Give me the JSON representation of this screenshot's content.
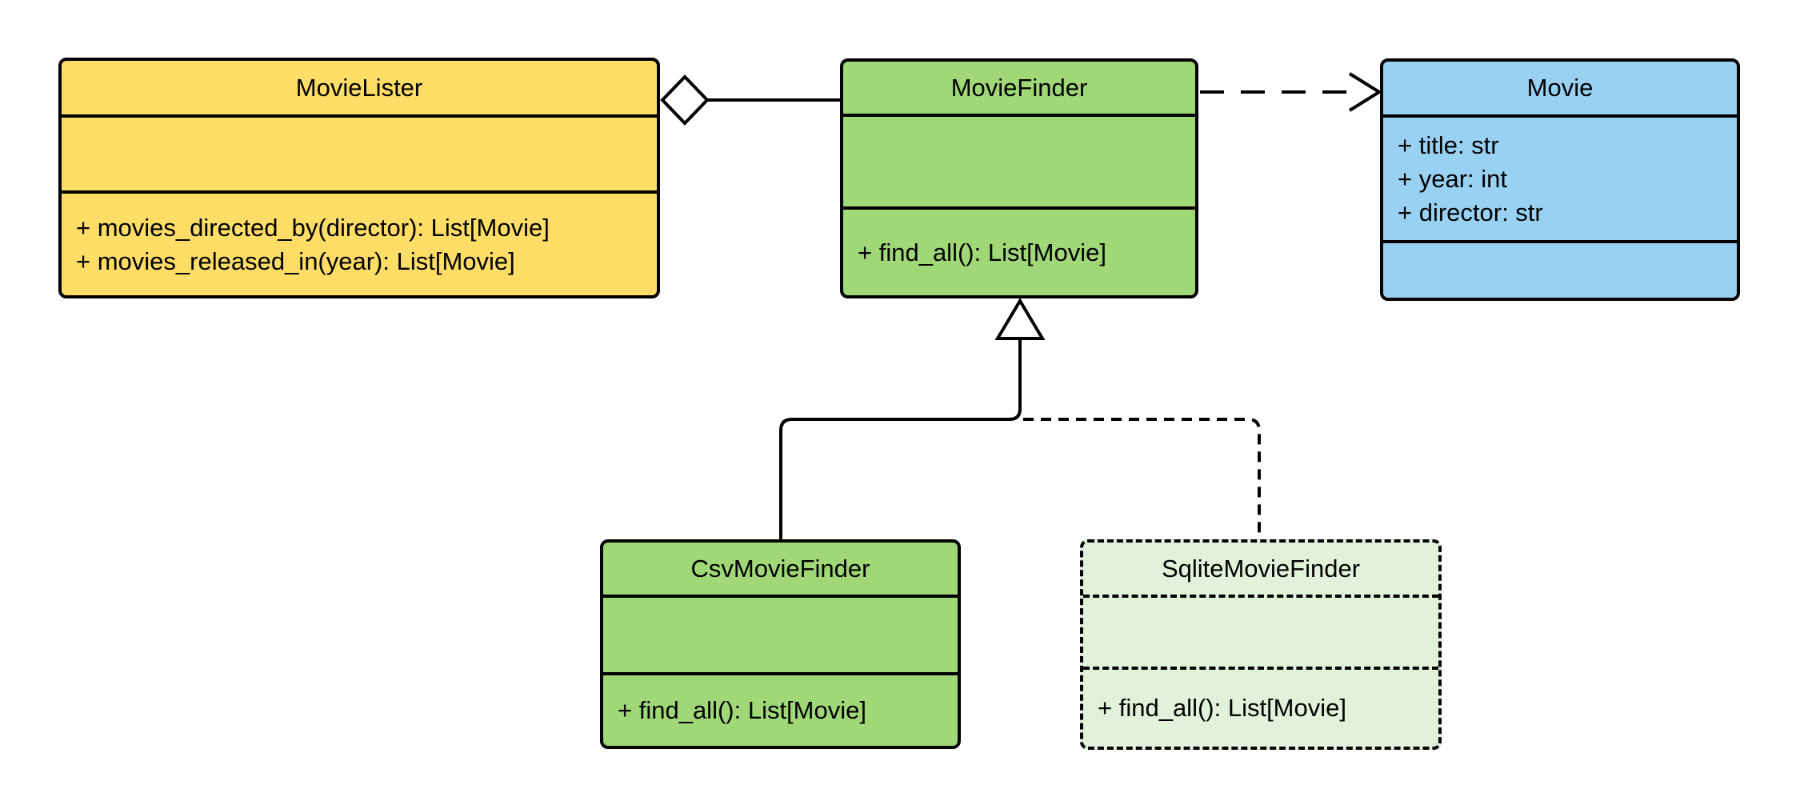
{
  "canvas": {
    "background": "#FFFFFF"
  },
  "colors": {
    "stroke": "#000000",
    "movielister_fill": "#FFDD66",
    "moviefinder_fill": "#A0D878",
    "movie_fill": "#99D1F2",
    "csvmoviefinder_fill": "#A0D878",
    "sqlitemoviefinder_fill": "#E2F2DA"
  },
  "classes": [
    {
      "name": "MovieLister",
      "attributes": [],
      "methods": [
        "+ movies_directed_by(director): List[Movie]",
        "+ movies_released_in(year): List[Movie]"
      ]
    },
    {
      "name": "MovieFinder",
      "attributes": [],
      "methods": [
        "+ find_all(): List[Movie]"
      ]
    },
    {
      "name": "Movie",
      "attributes": [
        "+ title: str",
        "+ year: int",
        "+ director: str"
      ],
      "methods": []
    },
    {
      "name": "CsvMovieFinder",
      "attributes": [],
      "methods": [
        "+ find_all(): List[Movie]"
      ]
    },
    {
      "name": "SqliteMovieFinder",
      "attributes": [],
      "methods": [
        "+ find_all(): List[Movie]"
      ]
    }
  ],
  "relationships": [
    {
      "type": "aggregation",
      "from": "MovieLister",
      "to": "MovieFinder",
      "line": "solid",
      "marker": "open-diamond"
    },
    {
      "type": "dependency",
      "from": "MovieFinder",
      "to": "Movie",
      "line": "dashed",
      "marker": "open-arrow"
    },
    {
      "type": "generalization",
      "from": "CsvMovieFinder",
      "to": "MovieFinder",
      "line": "solid",
      "marker": "hollow-triangle"
    },
    {
      "type": "generalization",
      "from": "SqliteMovieFinder",
      "to": "MovieFinder",
      "line": "dashed",
      "marker": "hollow-triangle"
    }
  ]
}
